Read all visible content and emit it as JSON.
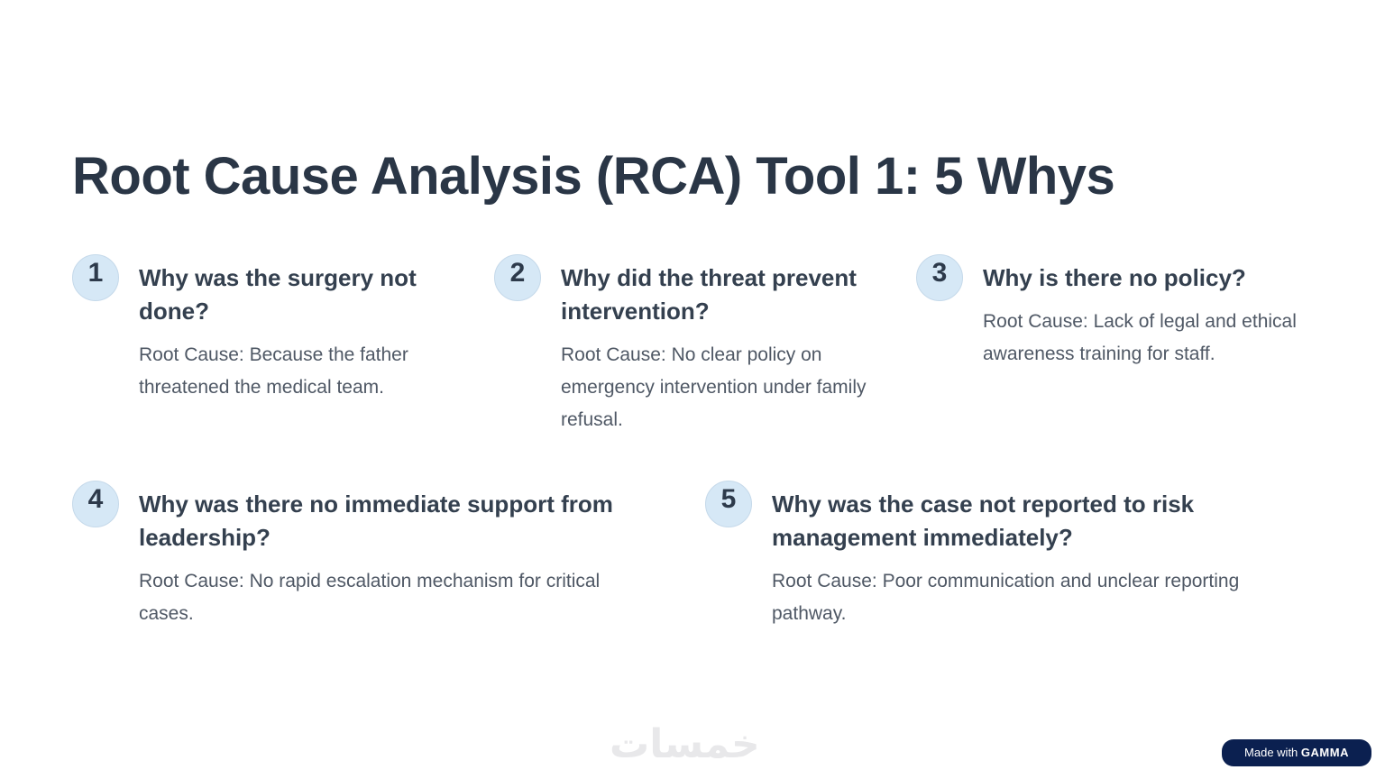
{
  "title": "Root Cause Analysis (RCA) Tool 1: 5 Whys",
  "items": [
    {
      "number": "1",
      "question": "Why was the surgery not done?",
      "answer": "Root Cause: Because the father threatened the medical team."
    },
    {
      "number": "2",
      "question": "Why did the threat prevent intervention?",
      "answer": "Root Cause: No clear policy on emergency intervention under family refusal."
    },
    {
      "number": "3",
      "question": "Why is there no policy?",
      "answer": "Root Cause: Lack of legal and ethical awareness training for staff."
    },
    {
      "number": "4",
      "question": "Why was there no immediate support from leadership?",
      "answer": "Root Cause: No rapid escalation mechanism for critical cases."
    },
    {
      "number": "5",
      "question": "Why was the case not reported to risk management immediately?",
      "answer": "Root Cause: Poor communication and unclear reporting pathway."
    }
  ],
  "watermark": "خمسات",
  "badge": {
    "prefix": "Made with",
    "brand": "GAMMA"
  },
  "colors": {
    "circle": "#d6e8f6",
    "text": "#2d3a4b",
    "badge": "#0b2050"
  }
}
